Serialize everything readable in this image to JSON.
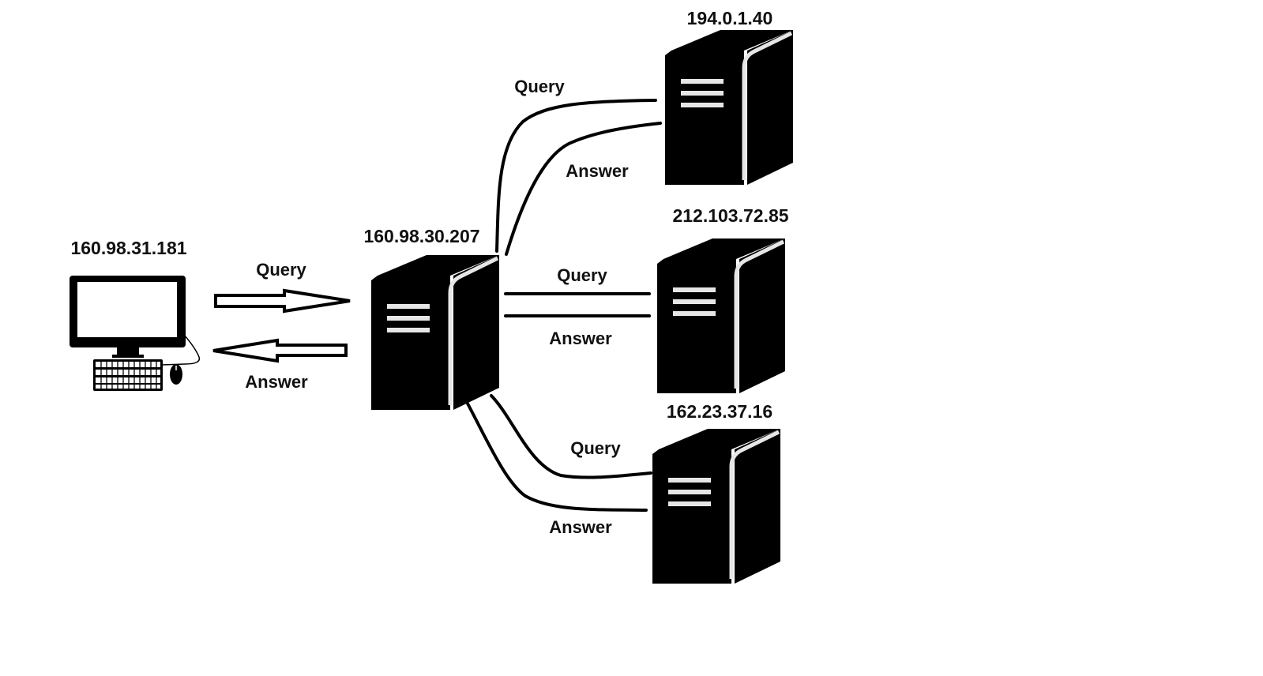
{
  "nodes": {
    "client": {
      "ip": "160.98.31.181"
    },
    "resolver": {
      "ip": "160.98.30.207"
    },
    "server_top": {
      "ip": "194.0.1.40"
    },
    "server_middle": {
      "ip": "212.103.72.85"
    },
    "server_bottom": {
      "ip": "162.23.37.16"
    }
  },
  "links": {
    "client_to_resolver": {
      "query": "Query",
      "answer": "Answer"
    },
    "resolver_to_top": {
      "query": "Query",
      "answer": "Answer"
    },
    "resolver_to_middle": {
      "query": "Query",
      "answer": "Answer"
    },
    "resolver_to_bottom": {
      "query": "Query",
      "answer": "Answer"
    }
  },
  "colors": {
    "ink": "#000000",
    "highlight": "#e6e6e6",
    "background": "#ffffff"
  }
}
